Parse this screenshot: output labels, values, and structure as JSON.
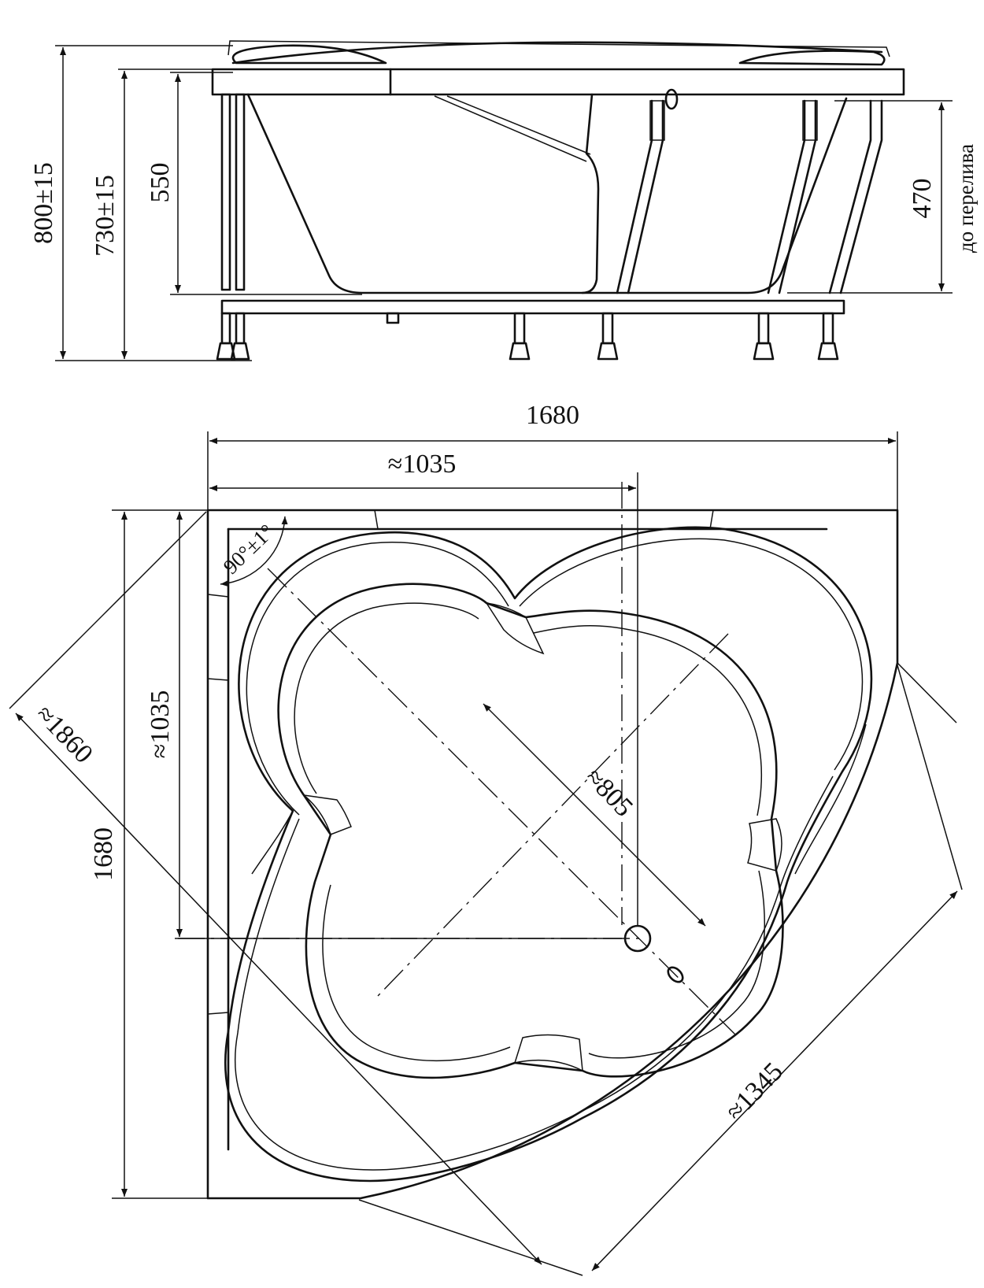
{
  "side_view": {
    "height_total": "800±15",
    "height_rim": "730±15",
    "height_inner": "550",
    "height_overflow": "470",
    "overflow_label": "до перелива"
  },
  "top_view": {
    "width_total": "1680",
    "width_partial": "≈1035",
    "height_total": "1680",
    "height_partial": "≈1035",
    "diagonal_total": "≈1860",
    "diagonal_inner": "≈805",
    "front_width": "≈1345",
    "corner_angle": "90°±1°"
  }
}
